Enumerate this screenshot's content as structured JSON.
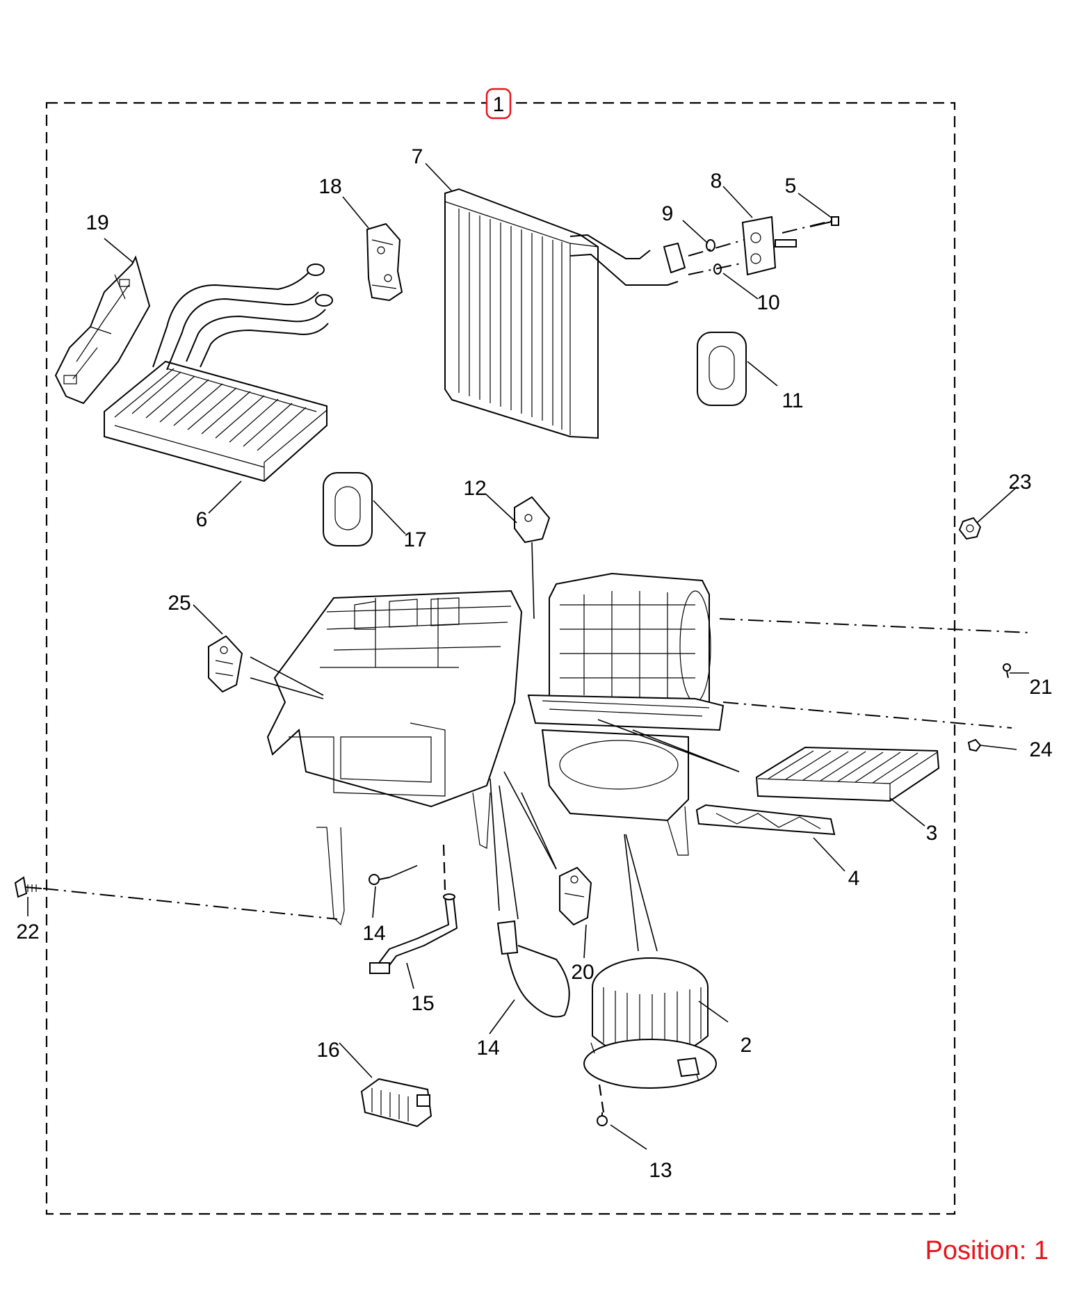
{
  "diagram": {
    "assembly_callout": "1",
    "callouts": [
      "2",
      "3",
      "4",
      "5",
      "6",
      "7",
      "8",
      "9",
      "10",
      "11",
      "12",
      "13",
      "14",
      "14",
      "15",
      "16",
      "17",
      "18",
      "19",
      "20",
      "21",
      "22",
      "23",
      "24",
      "25"
    ],
    "colors": {
      "line": "#000000",
      "highlight": "#e8141b",
      "background": "#ffffff"
    }
  },
  "footer": {
    "position_label": "Position: 1"
  }
}
